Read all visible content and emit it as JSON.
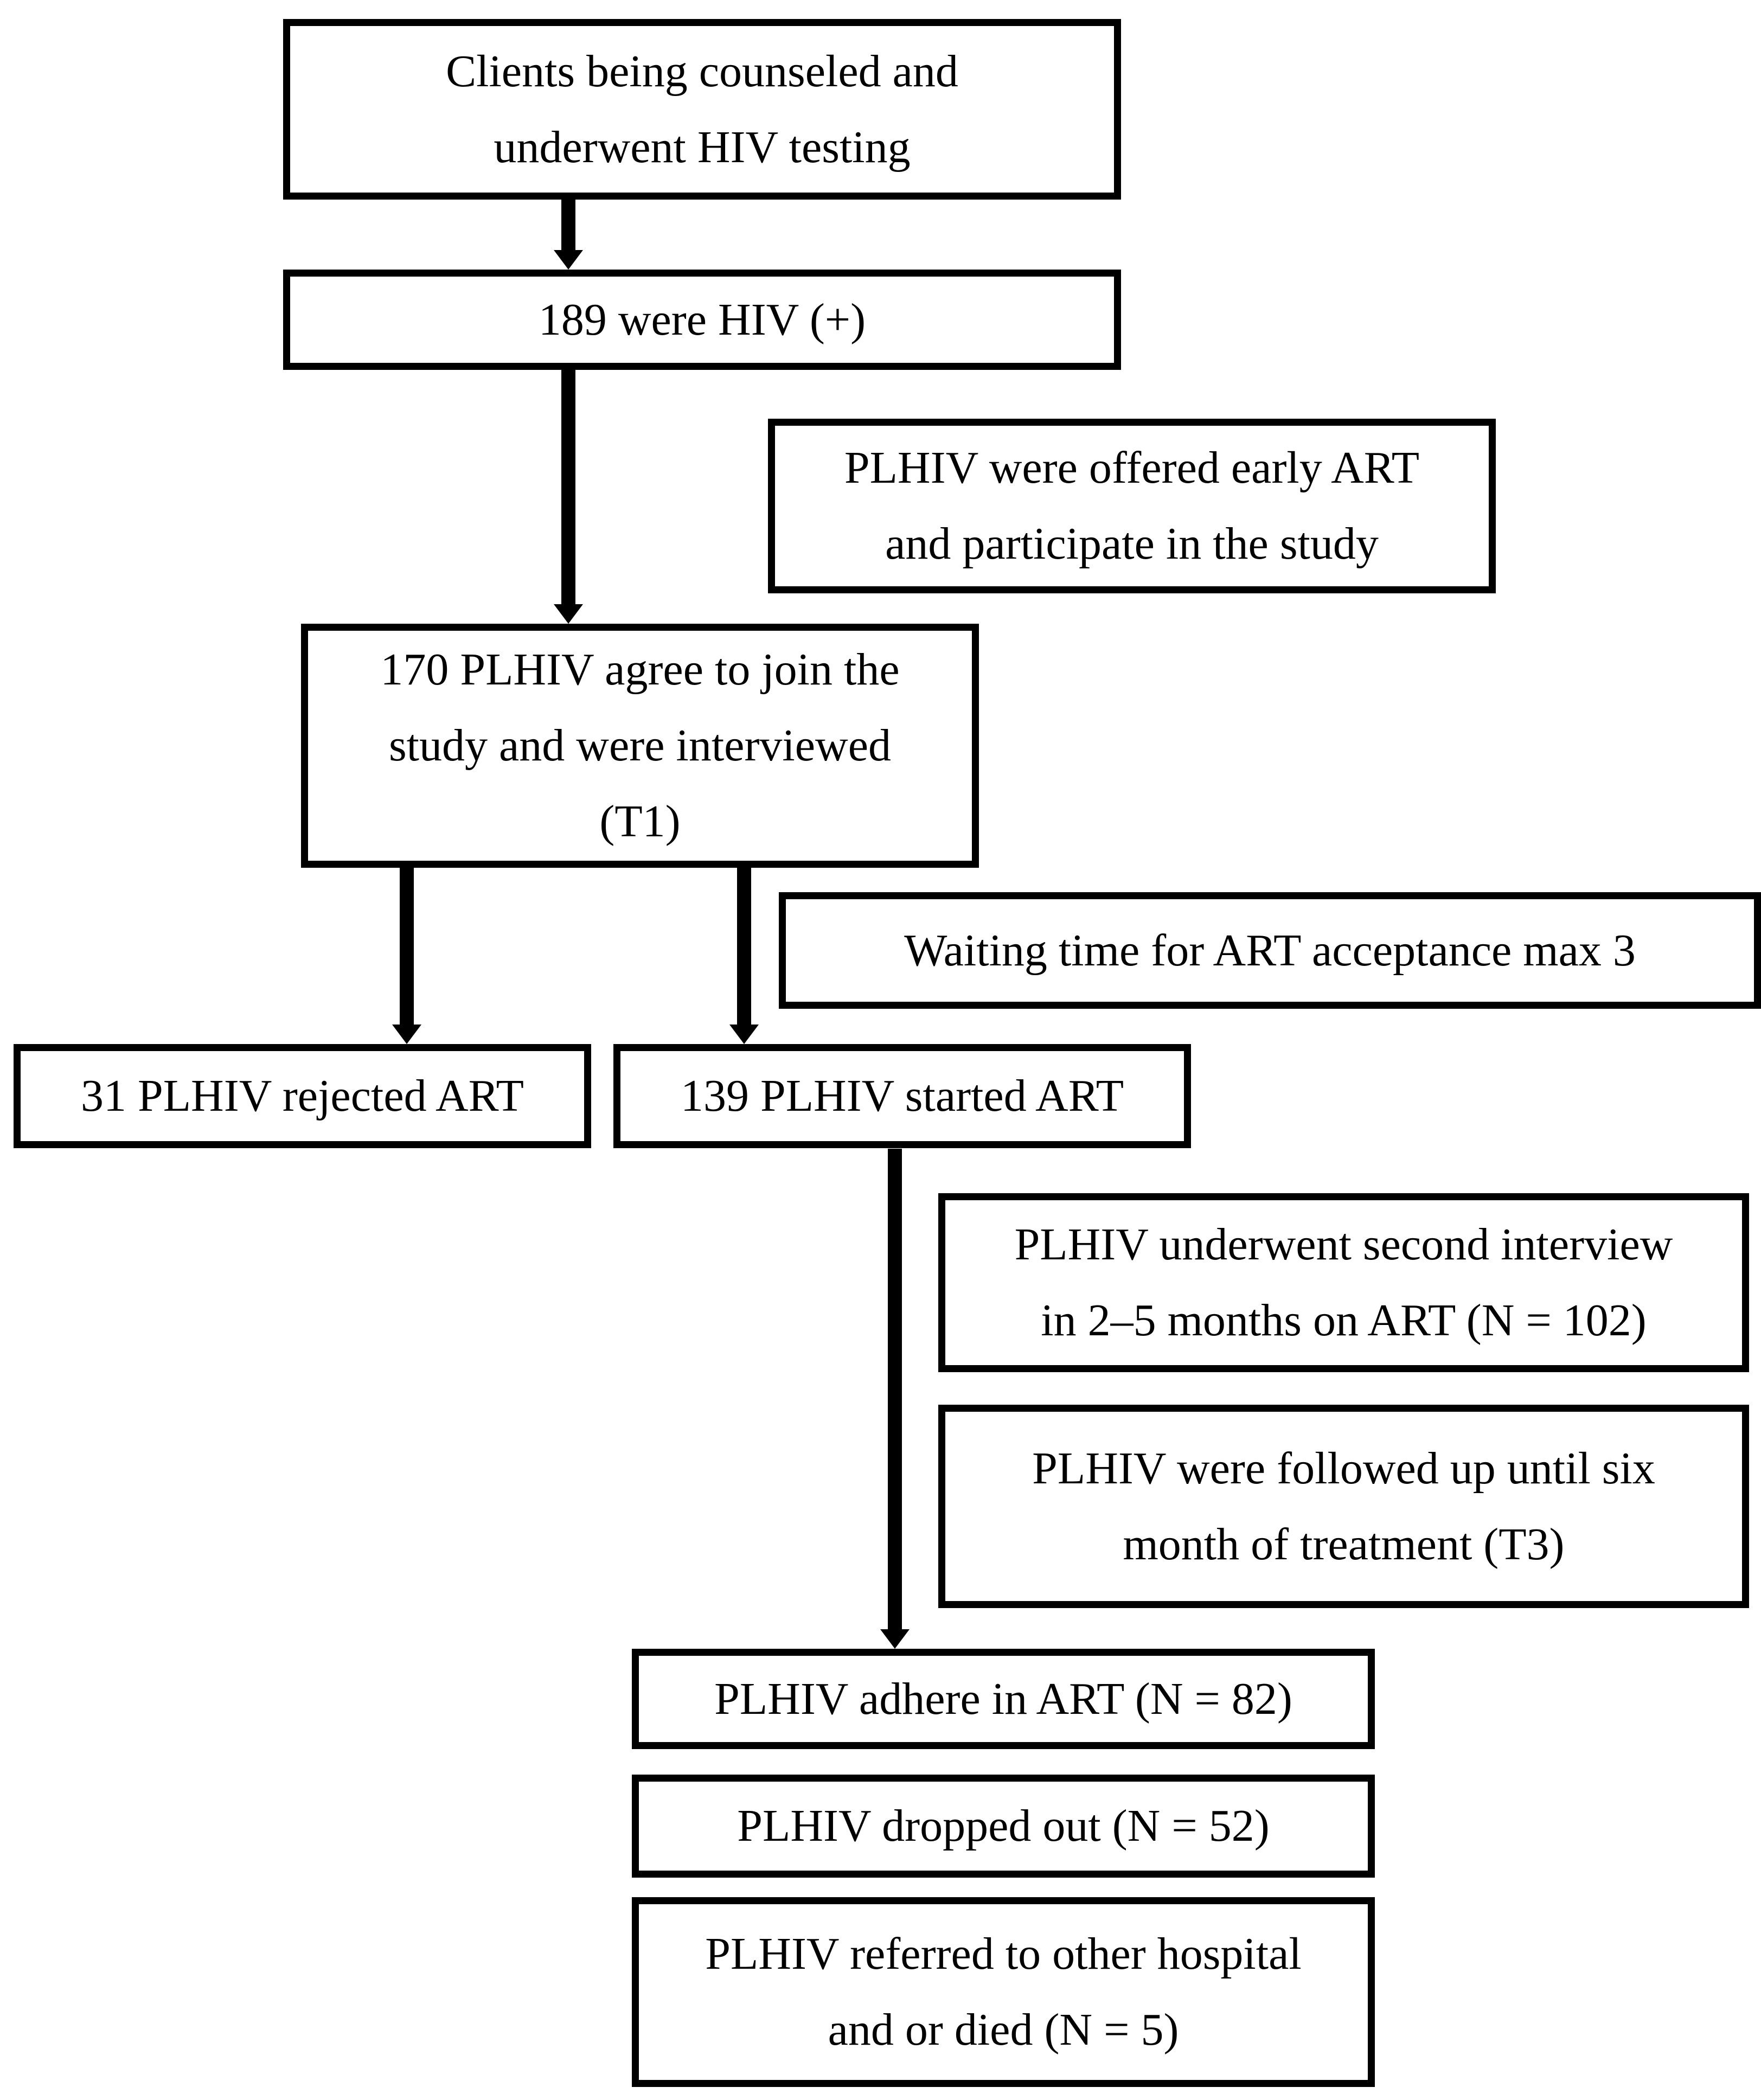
{
  "diagram": {
    "title": "HIV early ART study participant flow",
    "background_color": "#ffffff",
    "line_color": "#000000",
    "nodes": {
      "counseled": {
        "text": "Clients being counseled and\nunderwent HIV testing"
      },
      "hiv_positive": {
        "text": "189 were HIV (+)"
      },
      "offered_art": {
        "text": "PLHIV were offered early ART\nand participate in the study"
      },
      "agreed_t1": {
        "text": "170 PLHIV agree to join the\nstudy and were interviewed\n(T1)"
      },
      "waiting_time": {
        "text": "Waiting time for ART acceptance max 3"
      },
      "rejected_art": {
        "text": "31 PLHIV rejected ART"
      },
      "started_art": {
        "text": "139 PLHIV started ART"
      },
      "second_interview": {
        "text": "PLHIV underwent second interview\nin 2–5 months on ART (N = 102)"
      },
      "followed_up": {
        "text": "PLHIV were followed up until six\nmonth of treatment (T3)"
      },
      "adhere_art": {
        "text": "PLHIV adhere in ART (N = 82)"
      },
      "dropped_out": {
        "text": "PLHIV dropped out (N = 52)"
      },
      "referred_died": {
        "text": "PLHIV referred to other hospital\nand or died (N = 5)"
      }
    }
  }
}
